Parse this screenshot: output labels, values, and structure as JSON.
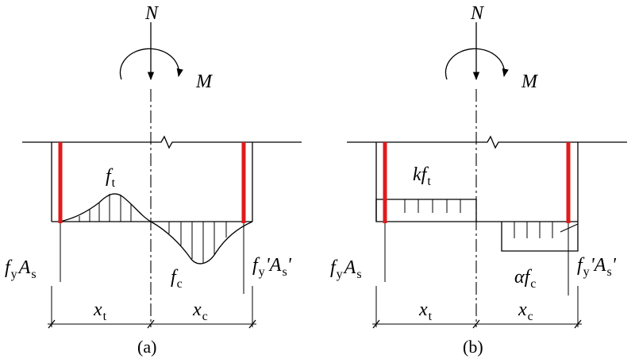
{
  "colors": {
    "line": "#000000",
    "rebar": "#e01b1b",
    "background": "#ffffff"
  },
  "labels": {
    "axial_force": "N",
    "moment": "M",
    "steel_tension_base": "f",
    "steel_tension_sub1": "y",
    "steel_tension_mid": "A",
    "steel_tension_sub2": "s",
    "steel_comp_base": "f",
    "steel_comp_sub1": "y",
    "steel_comp_mid": "'A",
    "steel_comp_sub2": "s",
    "steel_comp_tail": "'",
    "xt_base": "x",
    "xt_sub": "t",
    "xc_base": "x",
    "xc_sub": "c"
  },
  "panel_a": {
    "caption": "(a)",
    "ft_base": "f",
    "ft_sub": "t",
    "fc_base": "f",
    "fc_sub": "c"
  },
  "panel_b": {
    "caption": "(b)",
    "kft_k": "k",
    "kft_base": "f",
    "kft_sub": "t",
    "afc_alpha": "α",
    "afc_base": "f",
    "afc_sub": "c"
  }
}
